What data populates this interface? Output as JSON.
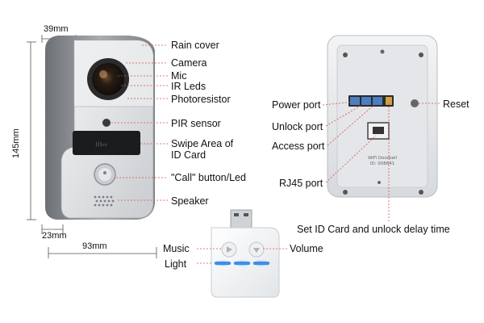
{
  "dimensions": {
    "depth": "39mm",
    "height": "145mm",
    "bottom_depth": "23mm",
    "width": "93mm"
  },
  "front_labels": {
    "rain_cover": "Rain cover",
    "camera": "Camera",
    "mic": "Mic",
    "ir_leds": "IR Leds",
    "photoresistor": "Photoresistor",
    "pir_sensor": "PIR sensor",
    "swipe_area_line1": "Swipe Area of",
    "swipe_area_line2": "ID Card",
    "call_button": "\"Call\" button/Led",
    "speaker": "Speaker"
  },
  "back_labels": {
    "power_port": "Power port",
    "unlock_port": "Unlock port",
    "access_port": "Access port",
    "rj45_port": "RJ45 port",
    "reset": "Reset",
    "set_id_card": "Set  ID Card and unlock delay time",
    "device_name": "WiFi Doorbell",
    "device_id": "ID: 008641"
  },
  "chime_labels": {
    "music": "Music",
    "volume": "Volume",
    "light": "Light"
  },
  "colors": {
    "leader_line": "#d9534f",
    "dim_line": "#555555",
    "light_led": "#3b8fe8"
  }
}
